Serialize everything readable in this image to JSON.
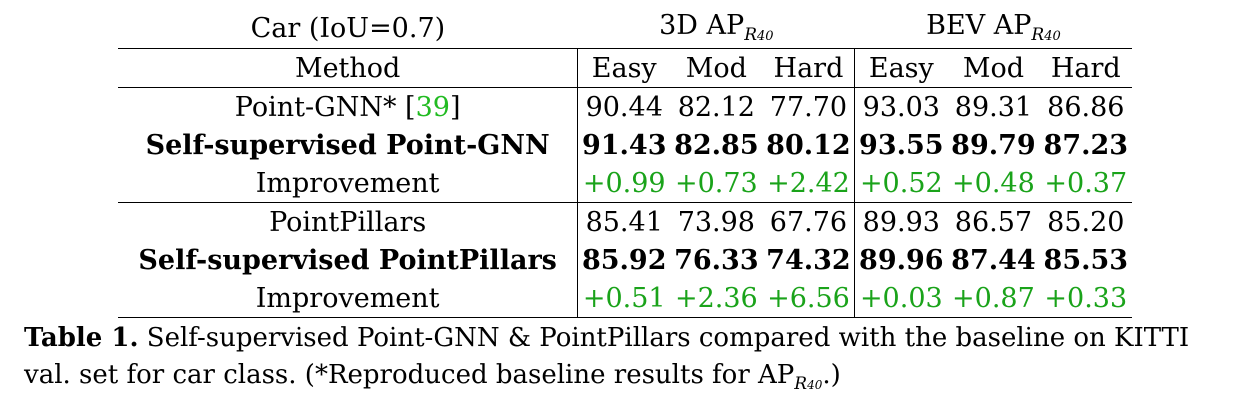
{
  "table": {
    "header1": {
      "left": "Car (IoU=0.7)",
      "group3d": "3D AP",
      "groupbev": "BEV AP",
      "subscript": "R",
      "subscript_num": "40"
    },
    "header2": [
      "Method",
      "Easy",
      "Mod",
      "Hard",
      "Easy",
      "Mod",
      "Hard"
    ],
    "rows": [
      {
        "method": "Point-GNN*",
        "cite": "39",
        "values": [
          "90.44",
          "82.12",
          "77.70",
          "93.03",
          "89.31",
          "86.86"
        ],
        "bold": false,
        "green": false
      },
      {
        "method": "Self-supervised Point-GNN",
        "values": [
          "91.43",
          "82.85",
          "80.12",
          "93.55",
          "89.79",
          "87.23"
        ],
        "bold": true,
        "green": false
      },
      {
        "method": "Improvement",
        "values": [
          "+0.99",
          "+0.73",
          "+2.42",
          "+0.52",
          "+0.48",
          "+0.37"
        ],
        "bold": false,
        "green": true
      },
      {
        "method": "PointPillars",
        "values": [
          "85.41",
          "73.98",
          "67.76",
          "89.93",
          "86.57",
          "85.20"
        ],
        "bold": false,
        "green": false
      },
      {
        "method": "Self-supervised PointPillars",
        "values": [
          "85.92",
          "76.33",
          "74.32",
          "89.96",
          "87.44",
          "85.53"
        ],
        "bold": true,
        "green": false
      },
      {
        "method": "Improvement",
        "values": [
          "+0.51",
          "+2.36",
          "+6.56",
          "+0.03",
          "+0.87",
          "+0.33"
        ],
        "bold": false,
        "green": true
      }
    ],
    "colors": {
      "improvement": "#1aa31a",
      "citation": "#22bb22"
    }
  },
  "caption": {
    "label": "Table 1.",
    "text": " Self-supervised Point-GNN & PointPillars compared with the baseline on KITTI val. set for car class. (*Reproduced baseline results for AP",
    "subscript": "R",
    "subscript_num": "40",
    "end": ".)"
  }
}
